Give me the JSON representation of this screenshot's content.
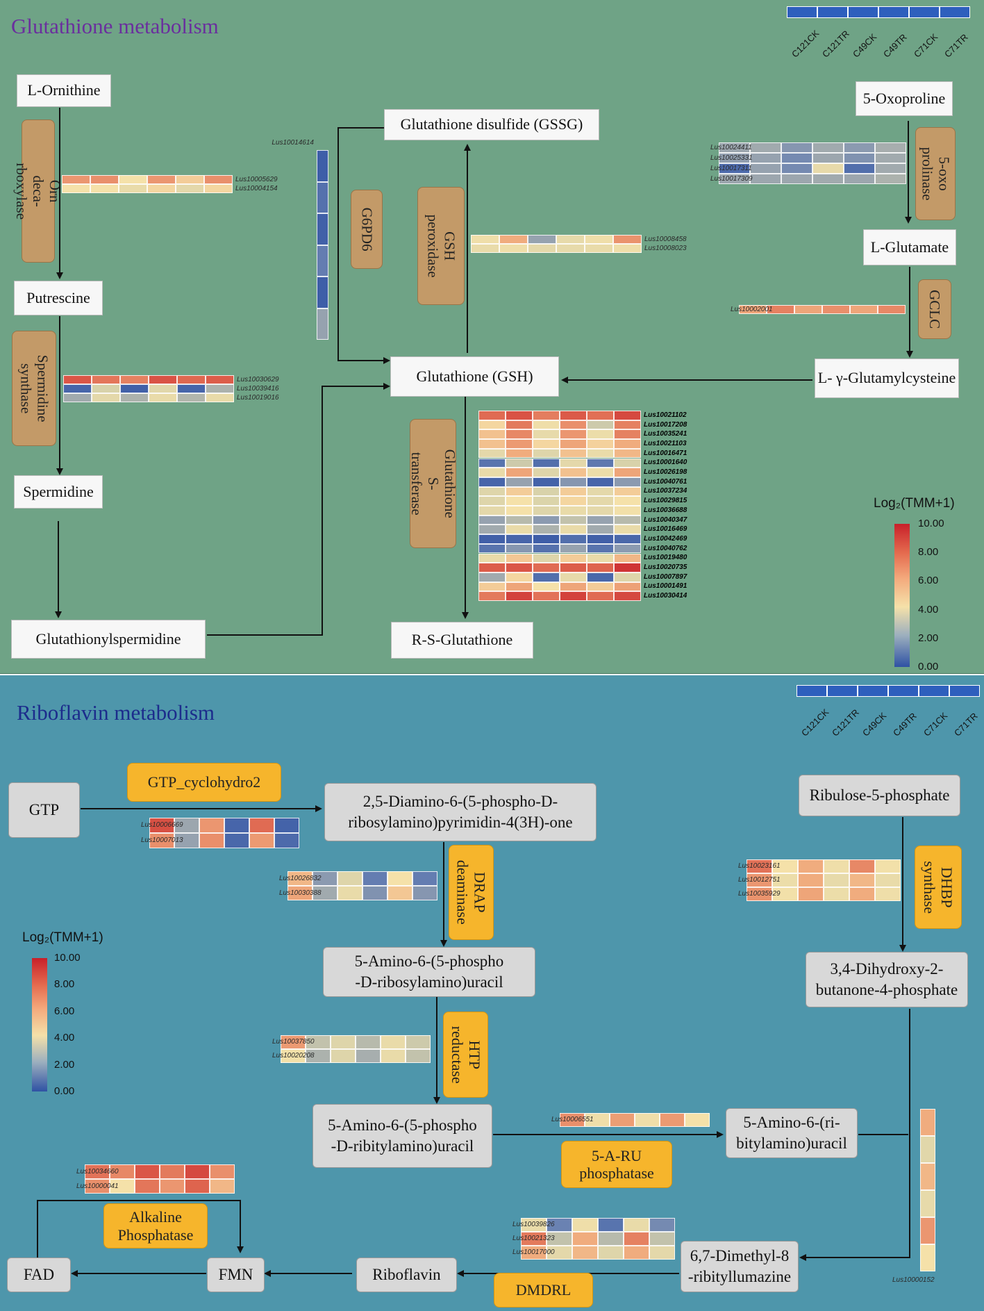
{
  "colors": {
    "scale_low": "#2f52a4",
    "scale_mid": "#f5e1a9",
    "scale_high": "#c8202a",
    "top_background": "#6fa386",
    "bottom_background": "#4e96ab",
    "enzyme_brown": "#c39a68",
    "enzyme_orange": "#f6b52c"
  },
  "samples": [
    "C121CK",
    "C121TR",
    "C49CK",
    "C49TR",
    "C71CK",
    "C71TR"
  ],
  "legend": {
    "title": "Log₂(TMM+1)",
    "ticks": [
      "10.00",
      "8.00",
      "6.00",
      "4.00",
      "2.00",
      "0.00"
    ]
  },
  "glutathione": {
    "title": "Glutathione metabolism",
    "nodes": {
      "ornithine": "L-Ornithine",
      "putrescine": "Putrescine",
      "spermidine": "Spermidine",
      "glutathionylspermidine": "Glutathionylspermidine",
      "gssg": "Glutathione disulfide (GSSG)",
      "gsh": "Glutathione (GSH)",
      "rs_glutathione": "R-S-Glutathione",
      "oxoproline": "5-Oxoproline",
      "glutamate": "L-Glutamate",
      "glutamylcysteine": "L- γ-Glutamylcysteine"
    },
    "enzymes": {
      "orn_decarboxylase": "Orn deca-rboxylase",
      "spermidine_synthase": "Spermidine\nsynthase",
      "g6pd6": "G6PD6",
      "gsh_peroxidase": "GSH\nperoxidase",
      "gst": "Glutathione\nS-transferase",
      "oxoprolinase": "5-oxo\nprolinase",
      "gclc": "GCLC"
    },
    "heatmaps": {
      "odc": {
        "genes": [
          "Lus10005629",
          "Lus10004154"
        ],
        "values": [
          [
            6.6,
            6.8,
            5.0,
            6.6,
            5.4,
            6.8
          ],
          [
            5.0,
            5.0,
            4.6,
            5.2,
            4.4,
            5.2
          ]
        ]
      },
      "spds": {
        "genes": [
          "Lus10030629",
          "Lus10039416",
          "Lus10019016"
        ],
        "values": [
          [
            8.4,
            7.5,
            7.2,
            8.5,
            7.9,
            8.2
          ],
          [
            0.8,
            4.0,
            0.6,
            4.3,
            0.8,
            3.2
          ],
          [
            3.0,
            4.4,
            3.2,
            4.6,
            3.3,
            4.6
          ]
        ]
      },
      "g6pd6": {
        "genes": [
          "Lus10014614"
        ],
        "values": [
          [
            0.5,
            1.3,
            0.6,
            1.8,
            0.5,
            2.8
          ]
        ]
      },
      "gpx": {
        "genes": [
          "Lus10008458",
          "Lus10008023"
        ],
        "values": [
          [
            4.8,
            6.0,
            2.8,
            4.5,
            4.8,
            6.7
          ],
          [
            4.6,
            4.8,
            4.4,
            4.5,
            4.6,
            4.8
          ]
        ]
      },
      "oxop": {
        "genes": [
          "Lus10024411",
          "Lus10025331",
          "Lus10017311",
          "Lus10017309"
        ],
        "values": [
          [
            2.9,
            3.0,
            2.5,
            3.0,
            2.6,
            3.1
          ],
          [
            2.7,
            2.8,
            2.2,
            2.9,
            2.4,
            3.0
          ],
          [
            1.0,
            2.8,
            2.2,
            4.5,
            1.2,
            3.0
          ],
          [
            2.9,
            2.9,
            2.9,
            3.0,
            2.9,
            3.2
          ]
        ]
      },
      "gclc": {
        "genes": [
          "Lus10002001"
        ],
        "values": [
          [
            6.2,
            7.2,
            6.2,
            6.8,
            6.2,
            7.0
          ]
        ]
      },
      "gst": {
        "genes": [
          "Lus10021102",
          "Lus10017208",
          "Lus10035241",
          "Lus10021103",
          "Lus10016471",
          "Lus10001640",
          "Lus10026198",
          "Lus10040761",
          "Lus10037234",
          "Lus10029815",
          "Lus10036688",
          "Lus10040347",
          "Lus10016469",
          "Lus10042469",
          "Lus10040762",
          "Lus10019480",
          "Lus10020735",
          "Lus10007897",
          "Lus10001491",
          "Lus10030414"
        ],
        "values": [
          [
            7.8,
            8.5,
            7.3,
            8.3,
            7.7,
            8.8
          ],
          [
            5.2,
            7.4,
            4.8,
            6.8,
            3.8,
            7.2
          ],
          [
            5.6,
            7.0,
            4.5,
            6.6,
            4.7,
            7.2
          ],
          [
            5.6,
            6.5,
            5.2,
            6.2,
            5.3,
            6.0
          ],
          [
            4.4,
            6.0,
            4.2,
            5.6,
            4.6,
            5.8
          ],
          [
            1.4,
            3.8,
            1.2,
            4.4,
            1.6,
            4.0
          ],
          [
            4.6,
            6.2,
            4.2,
            5.6,
            4.7,
            6.2
          ],
          [
            0.8,
            2.8,
            0.7,
            2.5,
            0.8,
            2.6
          ],
          [
            4.2,
            5.4,
            4.0,
            5.4,
            4.4,
            5.4
          ],
          [
            4.2,
            5.0,
            4.1,
            5.2,
            4.4,
            5.0
          ],
          [
            4.4,
            5.0,
            4.2,
            4.6,
            4.4,
            4.9
          ],
          [
            2.8,
            3.4,
            2.6,
            3.6,
            2.8,
            3.4
          ],
          [
            3.0,
            4.6,
            3.2,
            4.6,
            3.0,
            4.6
          ],
          [
            0.6,
            0.8,
            0.5,
            1.2,
            0.6,
            0.9
          ],
          [
            1.4,
            2.5,
            1.3,
            2.8,
            1.4,
            2.6
          ],
          [
            4.6,
            5.5,
            4.2,
            5.4,
            4.6,
            5.8
          ],
          [
            8.2,
            8.4,
            7.8,
            8.2,
            8.0,
            9.4
          ],
          [
            3.0,
            5.2,
            1.2,
            4.5,
            0.9,
            4.2
          ],
          [
            5.4,
            6.2,
            5.0,
            6.2,
            5.4,
            6.3
          ],
          [
            7.4,
            9.0,
            7.6,
            9.0,
            7.8,
            8.8
          ]
        ]
      }
    }
  },
  "riboflavin": {
    "title": "Riboflavin metabolism",
    "nodes": {
      "gtp": "GTP",
      "diamino": "2,5-Diamino-6-(5-phospho-D-\nribosylamino)pyrimidin-4(3H)-one",
      "amino_ribosyl": "5-Amino-6-(5-phospho\n-D-ribosylamino)uracil",
      "amino_ribityl": "5-Amino-6-(5-phospho\n-D-ribitylamino)uracil",
      "amino_ri": "5-Amino-6-(ri-\nbitylamino)uracil",
      "ribulose": "Ribulose-5-phosphate",
      "dihydroxy": "3,4-Dihydroxy-2-\nbutanone-4-phosphate",
      "dimethyl": "6,7-Dimethyl-8\n-ribityllumazine",
      "riboflavin": "Riboflavin",
      "fmn": "FMN",
      "fad": "FAD"
    },
    "enzymes": {
      "gtp_cyclohydro": "GTP_cyclohydro2",
      "drap": "DRAP\ndeaminase",
      "htp": "HTP\nreductase",
      "dhbp": "DHBP\nsynthase",
      "aru": "5-A-RU\nphosphatase",
      "alkaline": "Alkaline\nPhosphatase",
      "dmdrl": "DMDRL"
    },
    "heatmaps": {
      "gtpc": {
        "genes": [
          "Lus10006669",
          "Lus10007013"
        ],
        "values": [
          [
            8.6,
            2.9,
            6.6,
            0.8,
            7.8,
            0.7
          ],
          [
            6.8,
            2.8,
            6.8,
            0.9,
            6.5,
            1.0
          ]
        ]
      },
      "drap": {
        "genes": [
          "Lus10026832",
          "Lus10030388"
        ],
        "values": [
          [
            5.8,
            2.6,
            4.2,
            1.8,
            5.0,
            1.8
          ],
          [
            6.2,
            3.0,
            4.6,
            2.4,
            5.5,
            2.5
          ]
        ]
      },
      "htp": {
        "genes": [
          "Lus10037850",
          "Lus10020208"
        ],
        "values": [
          [
            6.5,
            3.6,
            4.2,
            3.4,
            4.6,
            3.8
          ],
          [
            4.9,
            3.2,
            4.2,
            3.1,
            4.6,
            3.6
          ]
        ]
      },
      "dhbp": {
        "genes": [
          "Lus10023161",
          "Lus10012751",
          "Lus10035929"
        ],
        "values": [
          [
            7.6,
            5.0,
            6.0,
            4.8,
            7.0,
            4.9
          ],
          [
            6.6,
            4.7,
            6.0,
            4.5,
            5.8,
            4.6
          ],
          [
            6.7,
            4.9,
            6.2,
            4.7,
            6.0,
            4.8
          ]
        ]
      },
      "aru": {
        "genes": [
          "Lus10006551"
        ],
        "values": [
          [
            6.8,
            4.8,
            6.4,
            4.8,
            6.5,
            5.0
          ]
        ]
      },
      "alk": {
        "genes": [
          "Lus10034660",
          "Lus10000041"
        ],
        "values": [
          [
            7.6,
            7.0,
            8.4,
            7.4,
            8.8,
            6.8
          ],
          [
            6.8,
            5.0,
            7.5,
            6.6,
            8.0,
            5.8
          ]
        ]
      },
      "dmdrl": {
        "genes": [
          "Lus10039826",
          "Lus10021323",
          "Lus10017000"
        ],
        "values": [
          [
            4.6,
            2.0,
            4.8,
            1.4,
            4.6,
            2.2
          ],
          [
            7.4,
            3.6,
            6.0,
            3.4,
            7.2,
            3.6
          ],
          [
            6.0,
            4.4,
            5.8,
            4.2,
            6.0,
            4.4
          ]
        ]
      },
      "dmrl": {
        "genes": [
          "Lus10000152"
        ],
        "values": [
          [
            6.0,
            4.3,
            5.8,
            4.5,
            6.6,
            5.0
          ]
        ]
      }
    }
  }
}
